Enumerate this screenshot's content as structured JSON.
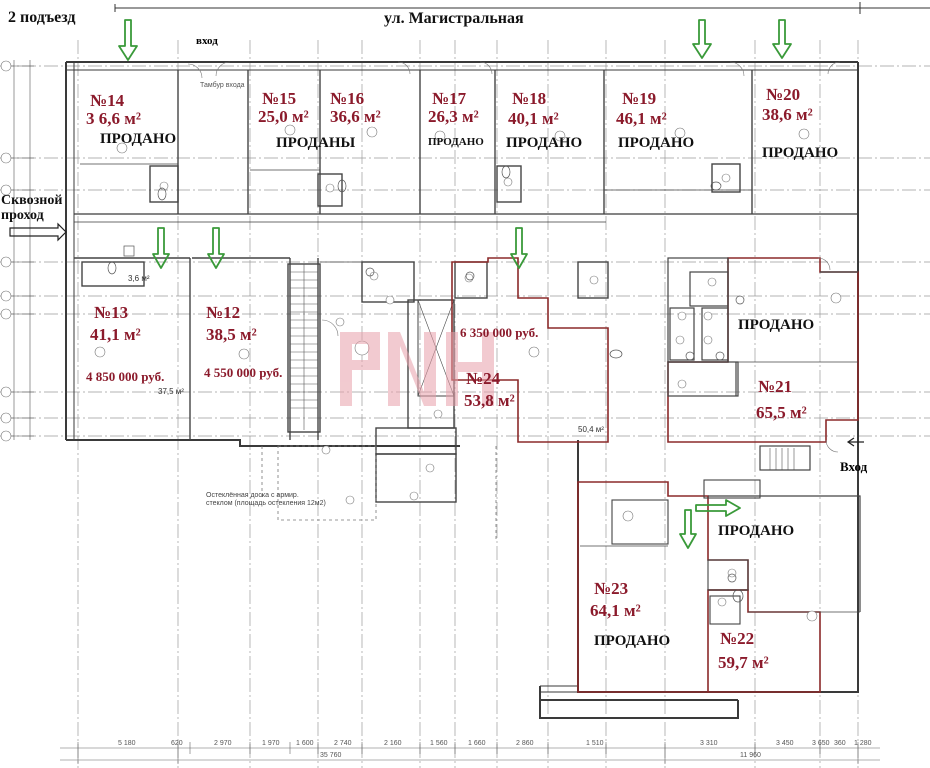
{
  "header": {
    "entrance": "2 подъезд",
    "street": "ул. Магистральная",
    "entry_top": "вход",
    "entry_right": "Вход",
    "passage": "Сквозной проход"
  },
  "units": [
    {
      "id": "14",
      "number": "№14",
      "area": "3 6,6 м²",
      "status": "ПРОДАНО"
    },
    {
      "id": "15",
      "number": "№15",
      "area": "25,0 м²",
      "status": ""
    },
    {
      "id": "16",
      "number": "№16",
      "area": "36,6 м²",
      "status": "ПРОДАНЫ"
    },
    {
      "id": "17",
      "number": "№17",
      "area": "26,3 м²",
      "status": "ПРОДАНО"
    },
    {
      "id": "18",
      "number": "№18",
      "area": "40,1 м²",
      "status": "ПРОДАНО"
    },
    {
      "id": "19",
      "number": "№19",
      "area": "46,1 м²",
      "status": "ПРОДАНО"
    },
    {
      "id": "20",
      "number": "№20",
      "area": "38,6 м²",
      "status": "ПРОДАНО"
    },
    {
      "id": "13",
      "number": "№13",
      "area": "41,1 м²",
      "price": "4 850 000 руб."
    },
    {
      "id": "12",
      "number": "№12",
      "area": "38,5 м²",
      "price": "4 550 000 руб."
    },
    {
      "id": "24",
      "number": "№24",
      "area": "53,8 м²",
      "price": "6 350 000 руб."
    },
    {
      "id": "21",
      "number": "№21",
      "area": "65,5 м²",
      "status": "ПРОДАНО"
    },
    {
      "id": "23",
      "number": "№23",
      "area": "64,1 м²",
      "status": "ПРОДАНО"
    },
    {
      "id": "22",
      "number": "№22",
      "area": "59,7 м²",
      "status": "ПРОДАНО"
    }
  ],
  "small_labels": {
    "wc13": "3,6 м²",
    "a13": "37,5 м²",
    "a24": "50,4 м²",
    "tech": "Тамбур входа",
    "glass_note": "Остеклённая доска с армир. стеклом (площадь остекления 12м2)"
  },
  "bottom_dims": [
    "5 180",
    "620",
    "2 970",
    "1 970",
    "1 600",
    "2 740",
    "2 160",
    "1 560",
    "1 660",
    "2 860",
    "1 510",
    "3 310",
    "3 450",
    "3 650",
    "360",
    "1 280"
  ],
  "bottom_totals": [
    "35 760",
    "11 960"
  ],
  "colors": {
    "accent": "#8b1a2b",
    "arrow": "#3a9a3a",
    "line": "#444444",
    "grid": "#9a9a9a"
  }
}
